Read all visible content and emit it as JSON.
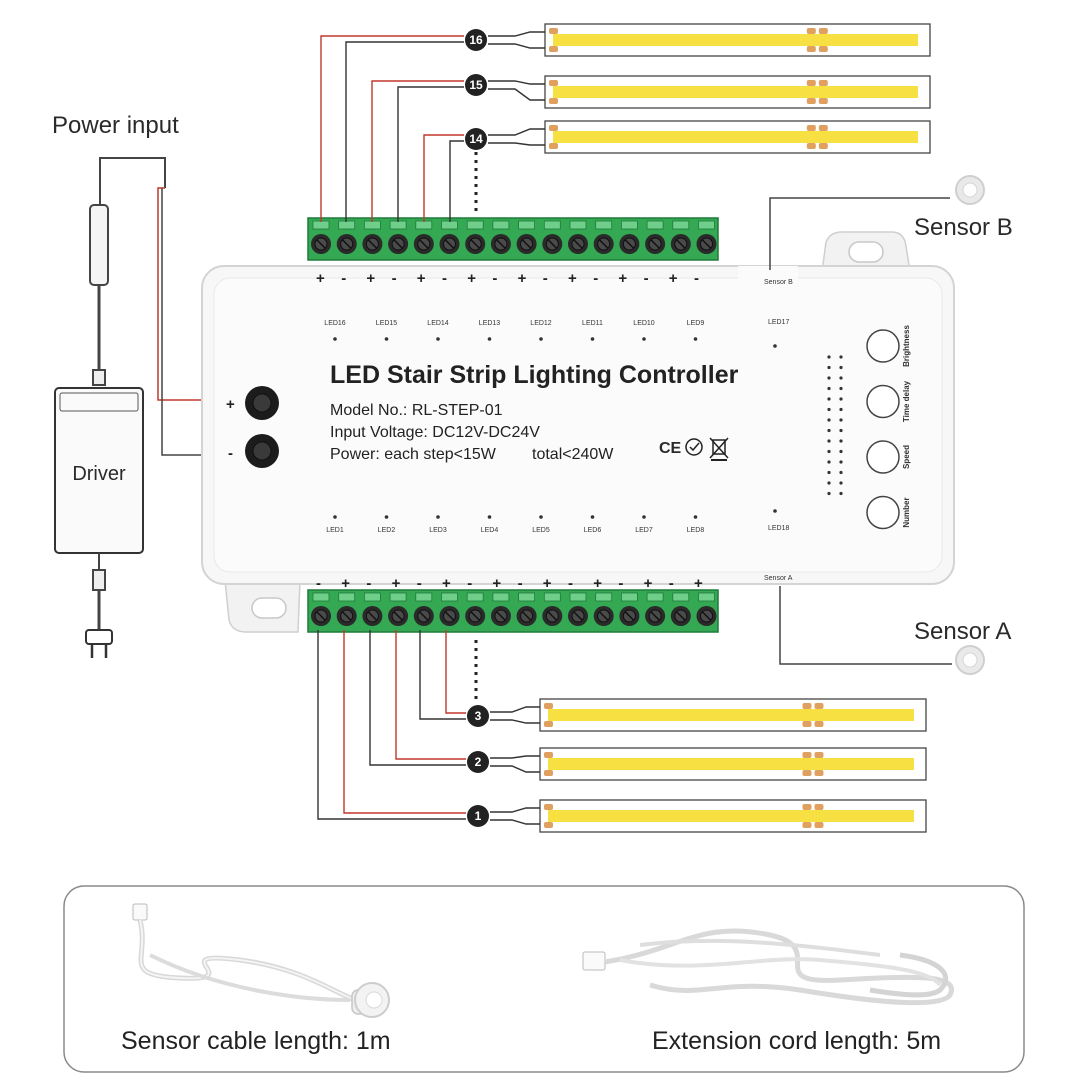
{
  "labels": {
    "power_input": "Power input",
    "driver": "Driver",
    "sensor_b": "Sensor B",
    "sensor_a": "Sensor A",
    "sensor_b_port": "Sensor B",
    "sensor_a_port": "Sensor A"
  },
  "controller": {
    "title": "LED Stair Strip Lighting Controller",
    "model": "Model No.: RL-STEP-01",
    "voltage": "Input Voltage: DC12V-DC24V",
    "power": "Power: each step<15W",
    "total": "total<240W",
    "cert": "CE",
    "plus": "+",
    "minus": "-",
    "led_top": [
      "LED16",
      "LED15",
      "LED14",
      "LED13",
      "LED12",
      "LED11",
      "LED10",
      "LED9"
    ],
    "led_bottom": [
      "LED1",
      "LED2",
      "LED3",
      "LED4",
      "LED5",
      "LED6",
      "LED7",
      "LED8"
    ],
    "led17": "LED17",
    "led18": "LED18",
    "buttons": [
      "Brightness",
      "Time delay",
      "Speed",
      "Number"
    ]
  },
  "steps_top": [
    "16",
    "15",
    "14"
  ],
  "steps_bottom": [
    "3",
    "2",
    "1"
  ],
  "accessories": {
    "sensor_cable": "Sensor cable length: 1m",
    "extension_cord": "Extension cord length: 5m"
  },
  "colors": {
    "terminal_green": "#34a853",
    "strip_yellow": "#f6e042",
    "wire_red": "#c0392b",
    "wire_dark": "#333333"
  }
}
